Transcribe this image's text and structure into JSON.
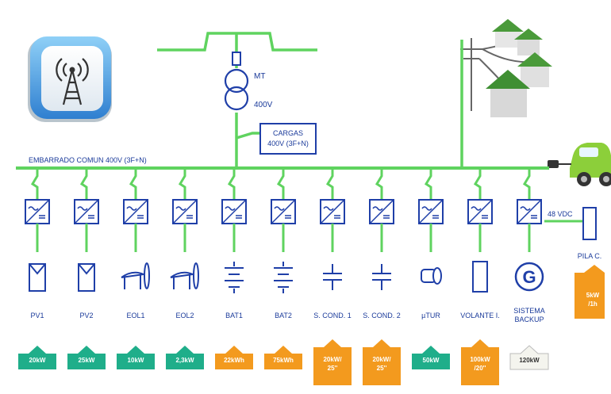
{
  "grid": {
    "transformer_label": "MT",
    "voltage_label": "400V",
    "busbar_label": "EMBARRADO COMUN 400V (3F+N)"
  },
  "loads": {
    "line1": "CARGAS",
    "line2": "400V (3F+N)"
  },
  "dc_label": "48 VDC",
  "fuel_cell": {
    "label": "PILA C.",
    "rating_line1": "5kW",
    "rating_line2": "/1h"
  },
  "colors": {
    "wire": "#5fd35f",
    "box_stroke": "#1f3fa8",
    "label": "#1a3a9a",
    "teal": "#1fae8a",
    "orange": "#f39a1e",
    "white_badge": "#f4f4ee"
  },
  "units": [
    {
      "label": "PV1",
      "icon": "pv-panel-icon",
      "rating": [
        "20kW"
      ],
      "badge": "teal"
    },
    {
      "label": "PV2",
      "icon": "pv-panel-icon",
      "rating": [
        "25kW"
      ],
      "badge": "teal"
    },
    {
      "label": "EOL1",
      "icon": "wind-turbine-icon",
      "rating": [
        "10kW"
      ],
      "badge": "teal"
    },
    {
      "label": "EOL2",
      "icon": "wind-turbine-icon",
      "rating": [
        "2,3kW"
      ],
      "badge": "teal"
    },
    {
      "label": "BAT1",
      "icon": "battery-icon",
      "rating": [
        "22kWh"
      ],
      "badge": "orange"
    },
    {
      "label": "BAT2",
      "icon": "battery-icon",
      "rating": [
        "75kWh"
      ],
      "badge": "orange"
    },
    {
      "label": "S. COND. 1",
      "icon": "capacitor-icon",
      "rating": [
        "20kW/",
        "25''"
      ],
      "badge": "orange"
    },
    {
      "label": "S. COND. 2",
      "icon": "capacitor-icon",
      "rating": [
        "20kW/",
        "25''"
      ],
      "badge": "orange"
    },
    {
      "label": "µTUR",
      "icon": "microturbine-icon",
      "rating": [
        "50kW"
      ],
      "badge": "teal"
    },
    {
      "label": "VOLANTE I.",
      "icon": "flywheel-icon",
      "rating": [
        "100kW",
        "/20''"
      ],
      "badge": "orange"
    },
    {
      "label": "SISTEMA BACKUP",
      "icon": "generator-icon",
      "rating": [
        "120kW"
      ],
      "badge": "white_badge"
    }
  ]
}
